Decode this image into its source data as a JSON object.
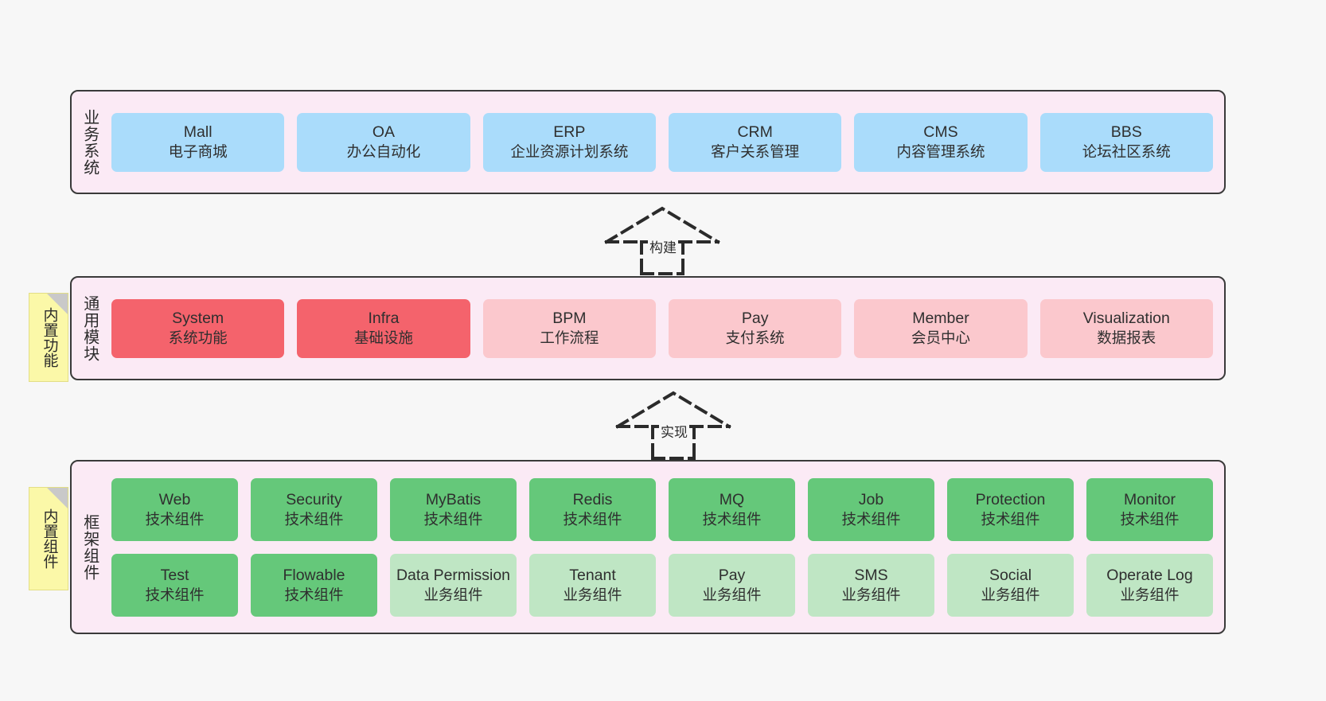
{
  "diagram": {
    "title_hidden": "",
    "colors": {
      "layer_background": "#fbeaf5",
      "layer_border": "#3a3a3a",
      "business_card": "#aadcfb",
      "module_core_card": "#f4636c",
      "module_card": "#fbc8cd",
      "tech_component_card": "#65c87a",
      "business_component_card": "#bfe6c4",
      "sticky_note": "#fbf8a8",
      "canvas": "#f7f7f7"
    }
  },
  "layers": {
    "business": {
      "title": "业务系统",
      "cards": [
        {
          "name": "Mall",
          "desc": "电子商城"
        },
        {
          "name": "OA",
          "desc": "办公自动化"
        },
        {
          "name": "ERP",
          "desc": "企业资源计划系统"
        },
        {
          "name": "CRM",
          "desc": "客户关系管理"
        },
        {
          "name": "CMS",
          "desc": "内容管理系统"
        },
        {
          "name": "BBS",
          "desc": "论坛社区系统"
        }
      ]
    },
    "module": {
      "title": "通用模块",
      "sticky": "内置功能",
      "cards": [
        {
          "name": "System",
          "desc": "系统功能"
        },
        {
          "name": "Infra",
          "desc": "基础设施"
        },
        {
          "name": "BPM",
          "desc": "工作流程"
        },
        {
          "name": "Pay",
          "desc": "支付系统"
        },
        {
          "name": "Member",
          "desc": "会员中心"
        },
        {
          "name": "Visualization",
          "desc": "数据报表"
        }
      ]
    },
    "framework": {
      "title": "框架组件",
      "sticky": "内置组件",
      "row1": [
        {
          "name": "Web",
          "desc": "技术组件"
        },
        {
          "name": "Security",
          "desc": "技术组件"
        },
        {
          "name": "MyBatis",
          "desc": "技术组件"
        },
        {
          "name": "Redis",
          "desc": "技术组件"
        },
        {
          "name": "MQ",
          "desc": "技术组件"
        },
        {
          "name": "Job",
          "desc": "技术组件"
        },
        {
          "name": "Protection",
          "desc": "技术组件"
        },
        {
          "name": "Monitor",
          "desc": "技术组件"
        }
      ],
      "row2": [
        {
          "name": "Test",
          "desc": "技术组件"
        },
        {
          "name": "Flowable",
          "desc": "技术组件"
        },
        {
          "name": "Data Permission",
          "desc": "业务组件"
        },
        {
          "name": "Tenant",
          "desc": "业务组件"
        },
        {
          "name": "Pay",
          "desc": "业务组件"
        },
        {
          "name": "SMS",
          "desc": "业务组件"
        },
        {
          "name": "Social",
          "desc": "业务组件"
        },
        {
          "name": "Operate Log",
          "desc": "业务组件"
        }
      ]
    }
  },
  "connectors": {
    "build": "构建",
    "implement": "实现"
  }
}
